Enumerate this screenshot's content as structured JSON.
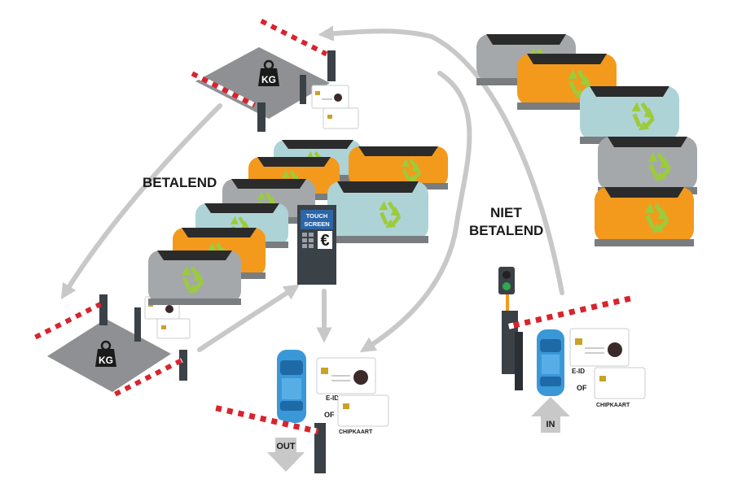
{
  "labels": {
    "betalend": "BETALEND",
    "niet_line1": "NIET",
    "niet_line2": "BETALEND",
    "out": "OUT",
    "in": "IN",
    "of": "OF",
    "eid": "E-ID",
    "chipkaart": "CHIPKAART",
    "kg": "KG",
    "touch_line1": "TOUCH",
    "touch_line2": "SCREEN",
    "euro": "€"
  },
  "colors": {
    "orange": "#f39a1c",
    "grey": "#a5a8ab",
    "teal": "#aed3d6",
    "lid": "#2b2b2b",
    "recycle": "#9ccb3b",
    "arrow": "#c8c8c8",
    "scale": "#8e9093",
    "car": "#3a98d8",
    "kiosk": "#3a4147",
    "screen": "#2a66a8",
    "barrier_red": "#d9232e",
    "post": "#3a4147"
  },
  "icons": [
    "recycle-icon",
    "weight-icon",
    "euro-icon",
    "traffic-light-icon",
    "car-icon",
    "id-card-icon",
    "chip-card-icon"
  ]
}
